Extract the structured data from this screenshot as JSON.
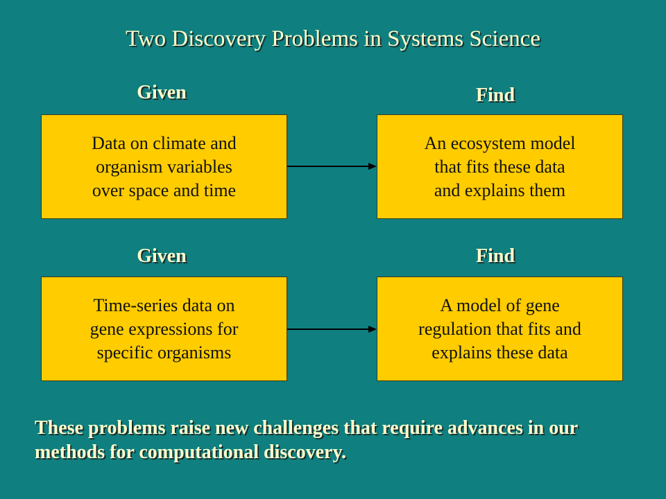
{
  "title": "Two Discovery Problems in Systems Science",
  "rows": [
    {
      "given_label": "Given",
      "find_label": "Find",
      "given_text": "Data on climate and\norganism variables\nover space and time",
      "find_text": "An ecosystem model\nthat fits these data\nand explains them"
    },
    {
      "given_label": "Given",
      "find_label": "Find",
      "given_text": "Time-series data on\ngene expressions for\nspecific organisms",
      "find_text": "A model of gene\nregulation that fits and\nexplains these data"
    }
  ],
  "footer": "These problems raise new challenges that require advances in our methods for computational discovery.",
  "colors": {
    "background": "#0f7f7f",
    "box_fill": "#ffcc00",
    "heading_text": "#ffffcc",
    "arrow": "#000000"
  }
}
